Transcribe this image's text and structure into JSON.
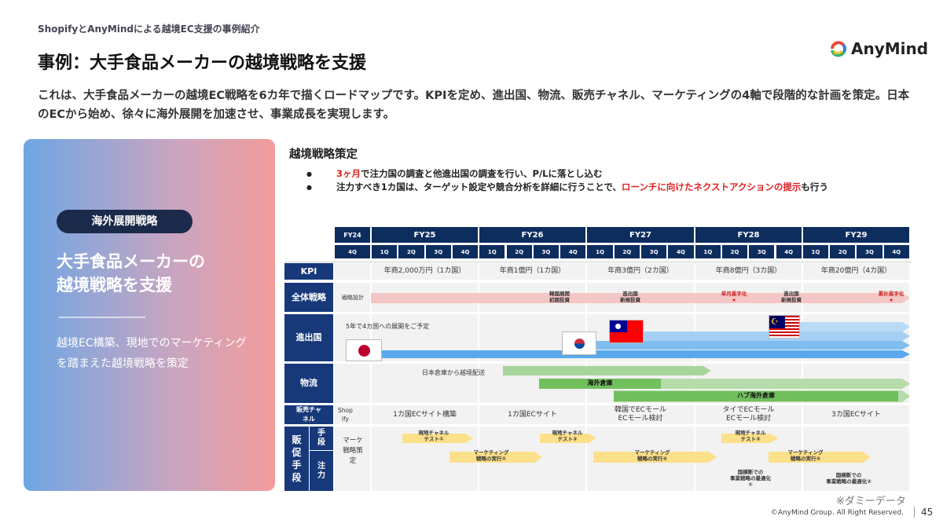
{
  "header": {
    "kicker": "ShopifyとAnyMindによる越境EC支援の事例紹介",
    "title": "事例：大手食品メーカーの越境戦略を支援",
    "logo": "AnyMind"
  },
  "description": "これは、大手食品メーカーの越境EC戦略を6カ年で描くロードマップです。KPIを定め、進出国、物流、販売チャネル、マーケティングの4軸で段階的な計画を策定。日本のECから始め、徐々に海外展開を加速させ、事業成長を実現します。",
  "panel": {
    "pill": "海外展開戦略",
    "title1": "大手食品メーカーの",
    "title2": "越境戦略を支援",
    "text": "越境EC構築、現地でのマーケティングを踏まえた越境戦略を策定"
  },
  "section": {
    "title": "越境戦略策定",
    "b1_red": "3ヶ月",
    "b1": "で注力国の調査と他進出国の調査を行い、P/Lに落とし込む",
    "b2": "注力すべき1カ国は、ターゲット設定や競合分析を詳細に行うことで、",
    "b2_red": "ローンチに向けたネクストアクションの提示",
    "b2_end": "も行う"
  },
  "roadmap": {
    "years": [
      "FY24",
      "FY25",
      "FY26",
      "FY27",
      "FY28",
      "FY29"
    ],
    "quarters": [
      "4Q",
      "1Q",
      "2Q",
      "3Q",
      "4Q"
    ],
    "rows": {
      "kpi": "KPI",
      "strategy": "全体戦略",
      "countries": "進出国",
      "logistics": "物流",
      "channel": "販売チャネル",
      "promo": "販促手段",
      "means": "手段",
      "focus": "注力"
    },
    "kpi": [
      "年商2,000万円（1カ国）",
      "年商1億円（1カ国）",
      "年商3億円（2カ国）",
      "年商8億円（3カ国）",
      "年商20億円（4カ国）"
    ],
    "strategy": {
      "start": "戦略設計",
      "m1": "韓国展開\n初期投資",
      "m2": "進出国\n新規投資",
      "m3": "単月黒字化\n★",
      "m4": "進出国\n新規投資",
      "m5": "累計黒字化\n★"
    },
    "countries_note": "5年で4カ国への展開をご予定",
    "flags": [
      "japan",
      "korea",
      "taiwan",
      "malaysia"
    ],
    "logistics": {
      "l1": "日本倉庫から越境配送",
      "l2": "海外倉庫",
      "l3": "ハブ海外倉庫"
    },
    "channel": {
      "fy24": "Shop\nify",
      "fy25": "1カ国ECサイト構築",
      "fy26": "1カ国ECサイト",
      "fy27": "韓国でECモール\nECモール検討",
      "fy28": "タイでECモール\nECモール検討",
      "fy29": "3カ国ECサイト"
    },
    "promo": {
      "fy24": "マーケ\n戦略策\n定",
      "t1": "現地チャネル\nテスト①",
      "t2": "現地チャネル\nテスト②",
      "t3": "現地チャネル\nテスト③",
      "m1": "マーケティング\n戦略の実行①",
      "m2": "マーケティング\n戦略の実行②",
      "m3": "マーケティング\n戦略の実行③",
      "o1": "国横断での\n事業戦略の最適化\n①",
      "o2": "国横断での\n事業戦略の最適化②"
    }
  },
  "footer": {
    "dummy": "※ダミーデータ",
    "copyright": "©AnyMind Group. All Right Reserved.",
    "page": "45"
  }
}
